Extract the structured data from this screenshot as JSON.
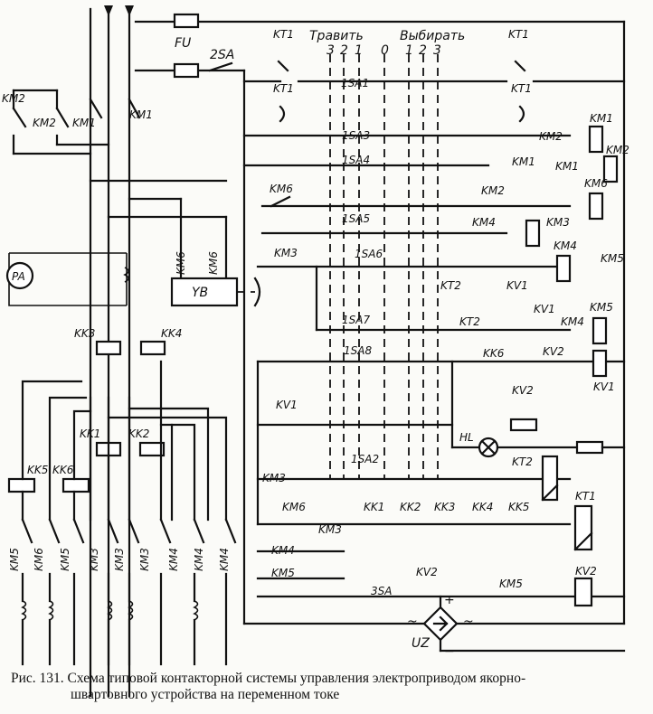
{
  "directions": {
    "pay_out": "Травить",
    "haul_in": "Выбирать"
  },
  "positions": [
    "3",
    "2",
    "1",
    "0",
    "1",
    "2",
    "3"
  ],
  "labels": {
    "fu": "FU",
    "sa2": "2SA",
    "sa3": "3SA",
    "kt1": "KT1",
    "kt2": "KT2",
    "km1": "KM1",
    "km2": "KM2",
    "km3": "KM3",
    "km4": "KM4",
    "km5": "KM5",
    "km6": "KM6",
    "kv1": "KV1",
    "kv2": "KV2",
    "kk1": "KK1",
    "kk2": "KK2",
    "kk3": "KK3",
    "kk4": "KK4",
    "kk5": "KK5",
    "kk6": "KK6",
    "sa1_1": "1SA1",
    "sa1_2": "1SA2",
    "sa1_3": "1SA3",
    "sa1_4": "1SA4",
    "sa1_5": "1SA5",
    "sa1_6": "1SA6",
    "sa1_7": "1SA7",
    "sa1_8": "1SA8",
    "pa": "PA",
    "yb": "YB",
    "hl": "HL",
    "uz": "UZ",
    "plus": "+",
    "minus": "−",
    "ac": "~"
  },
  "caption": {
    "line1": "Рис. 131. Схема типовой контакторной системы управления электроприводом якорно-",
    "line2": "швартовного устройства на переменном токе"
  }
}
